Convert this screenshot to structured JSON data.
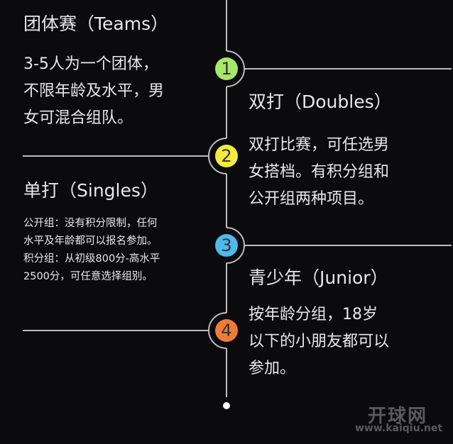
{
  "sections": [
    {
      "number": "1",
      "title": "团体赛（Teams）",
      "lines": [
        "3-5人为一个团体，",
        "不限年龄及水平，男",
        "女可混合组队。"
      ],
      "color": "#a6e86a"
    },
    {
      "number": "2",
      "title": "双打（Doubles）",
      "lines": [
        "双打比赛，可任选男",
        "女搭档。有积分组和",
        "公开组两种项目。"
      ],
      "color": "#f2ec3a"
    },
    {
      "number": "3",
      "title": "单打（Singles）",
      "lines": [
        "公开组：没有积分限制，任何",
        "水平及年龄都可以报名参加。",
        "积分组：从初级800分-高水平",
        "2500分，可任意选择组别。"
      ],
      "color": "#4fb8ec"
    },
    {
      "number": "4",
      "title": "青少年（Junior）",
      "lines": [
        "按年龄分组，18岁",
        "以下的小朋友都可以",
        "参加。"
      ],
      "color": "#f07a3a"
    }
  ],
  "watermark": {
    "name": "开球网",
    "url": "www.kaiqiu.net"
  }
}
